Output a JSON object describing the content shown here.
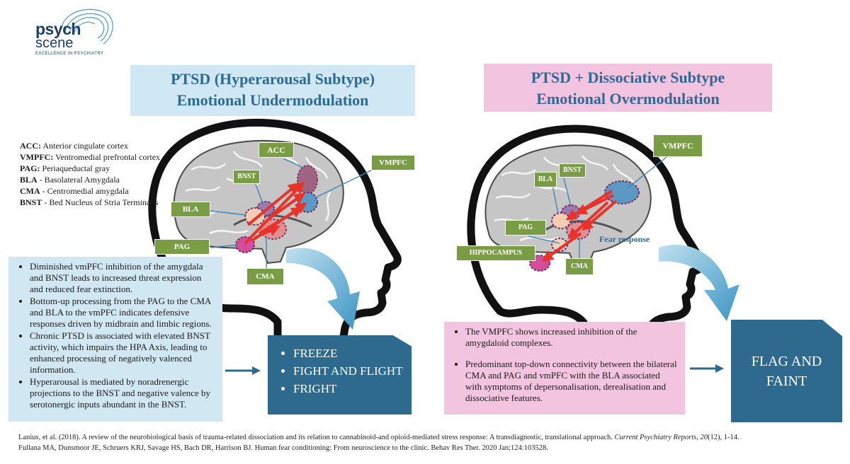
{
  "logo": {
    "word1": "psych",
    "word2": "scene",
    "tagline": "EXCELLENCE IN PSYCHIATRY"
  },
  "left_title": {
    "line1": "PTSD (Hyperarousal Subtype)",
    "line2": "Emotional Undermodulation"
  },
  "right_title": {
    "line1": "PTSD + Dissociative Subtype",
    "line2": "Emotional Overmodulation"
  },
  "legend": [
    {
      "abbr": "ACC:",
      "text": " Anterior cingulate cortex"
    },
    {
      "abbr": "VMPFC:",
      "text": " Ventromedial prefrontal cortex"
    },
    {
      "abbr": "PAG:",
      "text": " Periaqueductal gray"
    },
    {
      "abbr": "BLA",
      "text": " - Basolateral Amygdala"
    },
    {
      "abbr": "CMA",
      "text": " - Centromedial amygdala"
    },
    {
      "abbr": "BNST",
      "text": " - Bed Nucleus of Stria Terminalis"
    }
  ],
  "left_bullets": [
    "Diminished vmPFC inhibition of the amygdala and BNST leads to increased threat expression and reduced fear extinction.",
    "Bottom-up processing from the PAG to the CMA and BLA to the vmPFC indicates defensive responses driven by midbrain and limbic regions.",
    "Chronic PTSD is associated with elevated BNST activity, which impairs the HPA Axis, leading to enhanced processing of negatively valenced information.",
    "Hyperarousal is mediated by noradrenergic projections to the BNST and negative valence by serotonergic inputs abundant in the BNST."
  ],
  "left_responses": [
    "FREEZE",
    "FIGHT AND FLIGHT",
    "FRIGHT"
  ],
  "right_bullets": [
    "The VMPFC shows increased inhibition of the amygdaloid complexes.",
    "Predominant top-down connectivity between the bilateral CMA and PAG and vmPFC with the BLA associated with symptoms of depersonalisation, derealisation and dissociative features."
  ],
  "right_response": {
    "line1": "FLAG AND",
    "line2": "FAINT"
  },
  "left_labels": {
    "acc": "ACC",
    "vmpfc": "VMPFC",
    "bnst": "BNST",
    "bla": "BLA",
    "pag": "PAG",
    "cma": "CMA"
  },
  "right_labels": {
    "vmpfc": "VMPFC",
    "bnst": "BNST",
    "bla": "BLA",
    "pag": "PAG",
    "hippocampus": "HIPPOCAMPUS",
    "cma": "CMA"
  },
  "fear_response": "Fear response",
  "references": {
    "ref1_main": "Lanius, et al. (2018). A review of the neurobiological basis of trauma-related dissociation and its relation to cannabinoid-and opioid-mediated stress response: A transdiagnostic, translational approach. ",
    "ref1_journal": "Current Psychiatry Reports",
    "ref1_sep": ", ",
    "ref1_volume": "20",
    "ref1_rest": "(12), 1-14.",
    "ref2": "Fullana MA, Dunsmoor JE, Schruers KRJ, Savage HS, Bach DR, Harrison BJ. Human fear conditioning: From neuroscience to the clinic. Behav Res Ther. 2020 Jan;124:103528."
  },
  "colors": {
    "title_blue": "#2e6a93",
    "left_bg": "#cfe8f3",
    "right_bg": "#f3c4df",
    "banner": "#2e6a8e",
    "label_green": "#7a9c45",
    "arrow_red": "#e8322a"
  }
}
